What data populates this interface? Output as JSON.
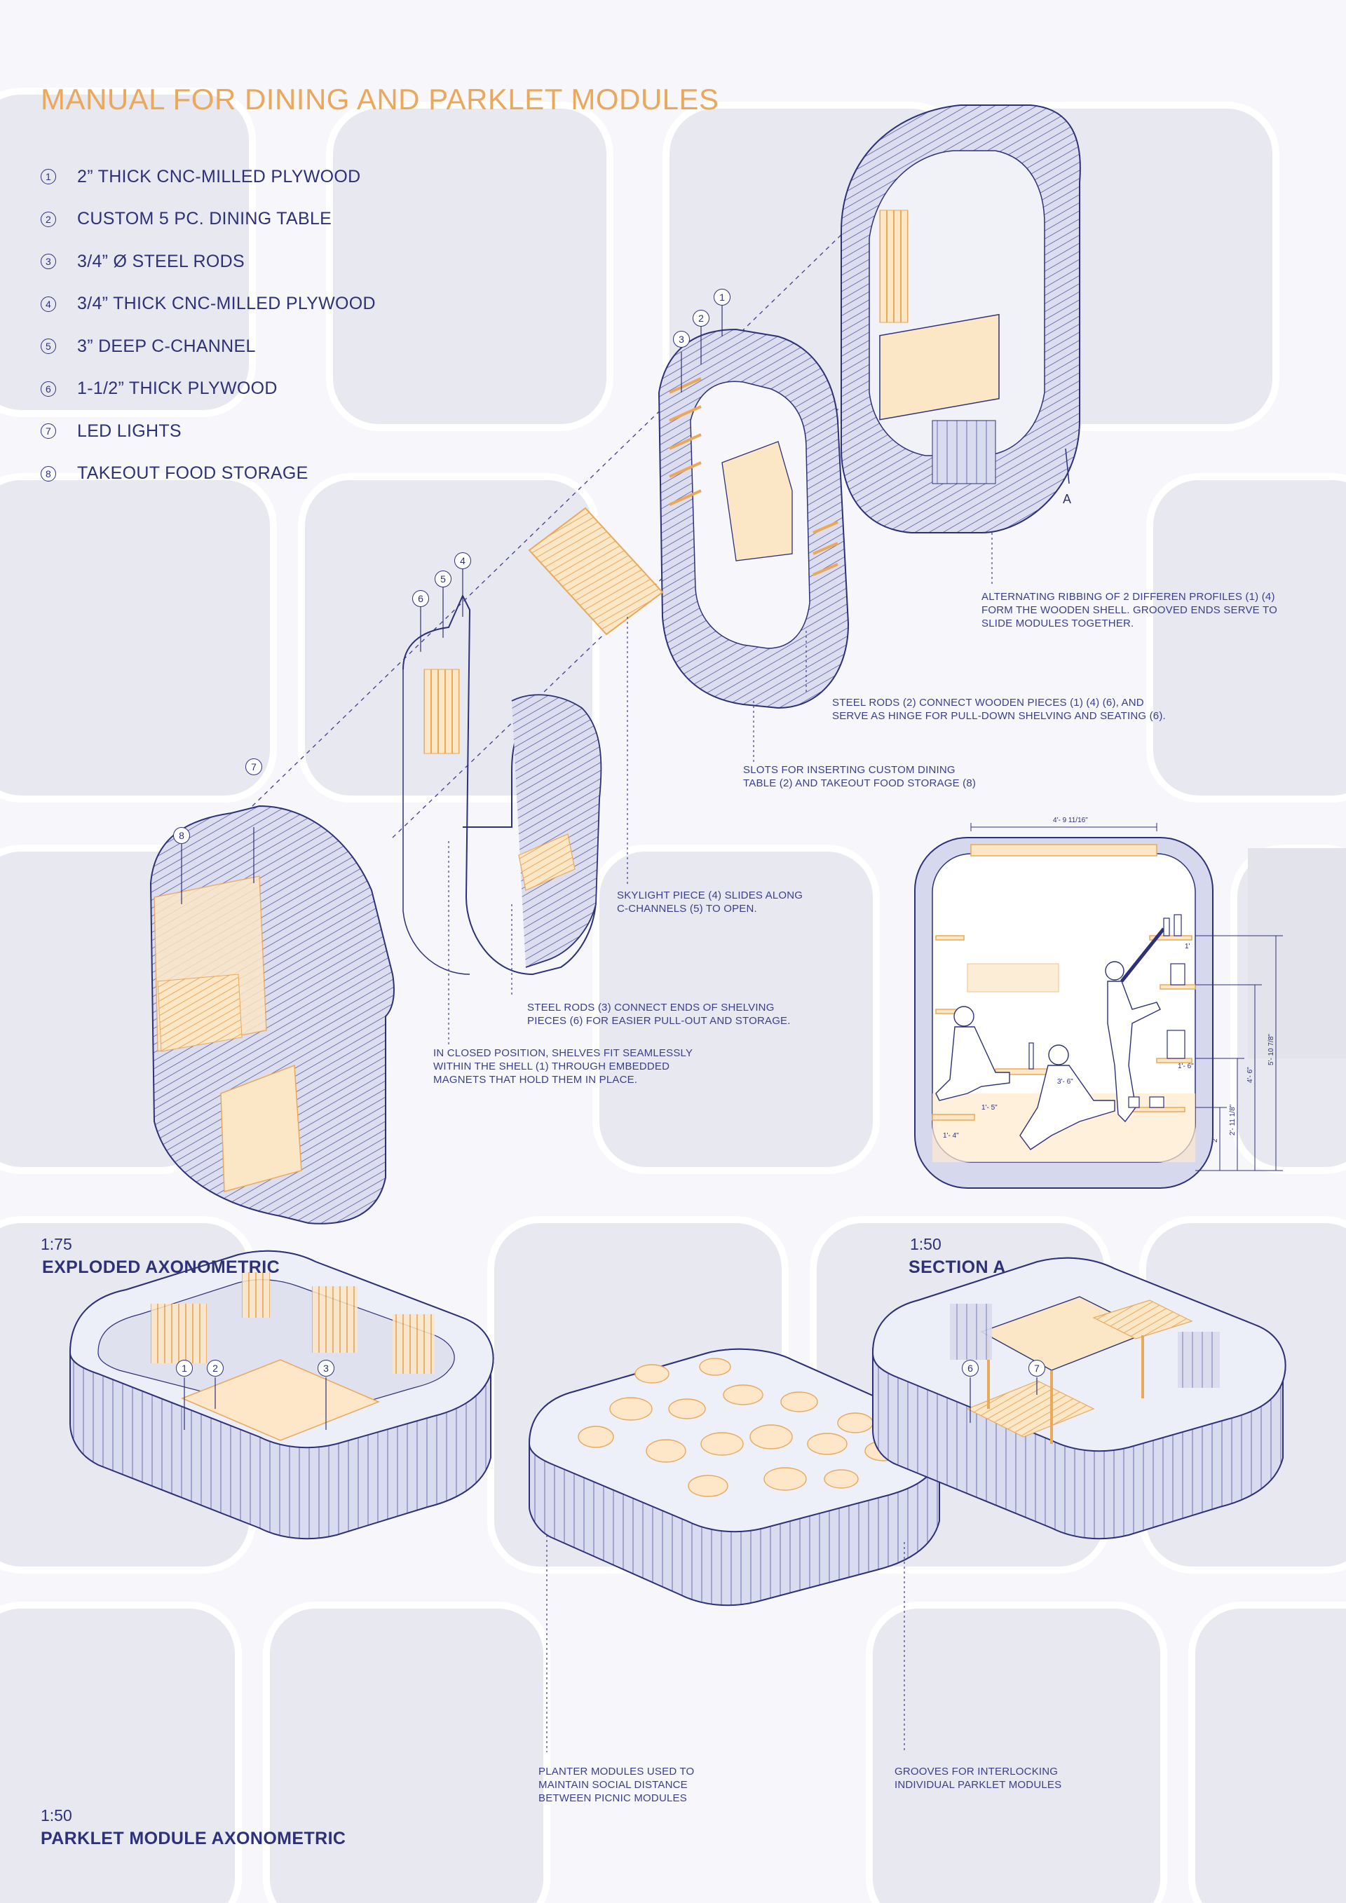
{
  "title": "MANUAL FOR DINING AND PARKLET MODULES",
  "legend": [
    {
      "num": "1",
      "text": "2” THICK CNC-MILLED PLYWOOD"
    },
    {
      "num": "2",
      "text": "CUSTOM 5 PC. DINING TABLE"
    },
    {
      "num": "3",
      "text": "3/4” Ø STEEL RODS"
    },
    {
      "num": "4",
      "text": "3/4” THICK CNC-MILLED PLYWOOD"
    },
    {
      "num": "5",
      "text": "3” DEEP C-CHANNEL"
    },
    {
      "num": "6",
      "text": "1-1/2” THICK PLYWOOD"
    },
    {
      "num": "7",
      "text": "LED LIGHTS"
    },
    {
      "num": "8",
      "text": "TAKEOUT FOOD STORAGE"
    }
  ],
  "notes": {
    "ribbing": "ALTERNATING RIBBING OF 2 DIFFEREN PROFILES (1) (4)\nFORM THE WOODEN SHELL. GROOVED ENDS SERVE TO\nSLIDE MODULES TOGETHER.",
    "steel_rods_hinge": "STEEL RODS (2) CONNECT WOODEN PIECES (1) (4) (6), AND\nSERVE AS HINGE FOR PULL-DOWN SHELVING AND SEATING (6).",
    "slots": "SLOTS FOR INSERTING CUSTOM DINING\nTABLE (2) AND TAKEOUT FOOD STORAGE (8)",
    "skylight": "SKYLIGHT PIECE (4) SLIDES ALONG\nC-CHANNELS (5) TO OPEN.",
    "steel_rods_shelving": "STEEL RODS (3) CONNECT ENDS OF SHELVING\nPIECES (6) FOR EASIER PULL-OUT AND STORAGE.",
    "closed_position": "IN CLOSED POSITION, SHELVES FIT SEAMLESSLY\nWITHIN THE SHELL (1) THROUGH EMBEDDED\nMAGNETS THAT HOLD THEM IN PLACE.",
    "planter": "PLANTER MODULES USED TO\nMAINTAIN SOCIAL DISTANCE\nBETWEEN PICNIC MODULES",
    "grooves": "GROOVES FOR INTERLOCKING\nINDIVIDUAL PARKLET MODULES"
  },
  "captions": {
    "exploded": {
      "scale": "1:75",
      "label": "EXPLODED AXONOMETRIC"
    },
    "section": {
      "scale": "1:50",
      "label": "SECTION A"
    },
    "parklet": {
      "scale": "1:50",
      "label": "PARKLET MODULE AXONOMETRIC"
    }
  },
  "section_label": "A",
  "callouts": {
    "c1": "1",
    "c2": "2",
    "c3": "3",
    "c4": "4",
    "c5": "5",
    "c6": "6",
    "c7": "7",
    "c8": "8",
    "p1": "1",
    "p2": "2",
    "p3": "3",
    "p6": "6",
    "p7": "7"
  },
  "dimensions": {
    "top": "4'- 9 11/16\"",
    "h1": "5'- 10 7/8\"",
    "h2": "4'- 6\"",
    "h3": "2'- 11 1/8\"",
    "h4": "2'",
    "seat": "1'- 4\"",
    "seat_h": "1'- 5\"",
    "table": "3'- 6\"",
    "shelf": "1'",
    "shelf2": "1'- 6\""
  },
  "colors": {
    "ink": "#2d3178",
    "accent": "#eaa85a",
    "accent_fill": "#fbe6c6",
    "shell_fill": "#dddff0",
    "tile": "#e9e9f1"
  }
}
